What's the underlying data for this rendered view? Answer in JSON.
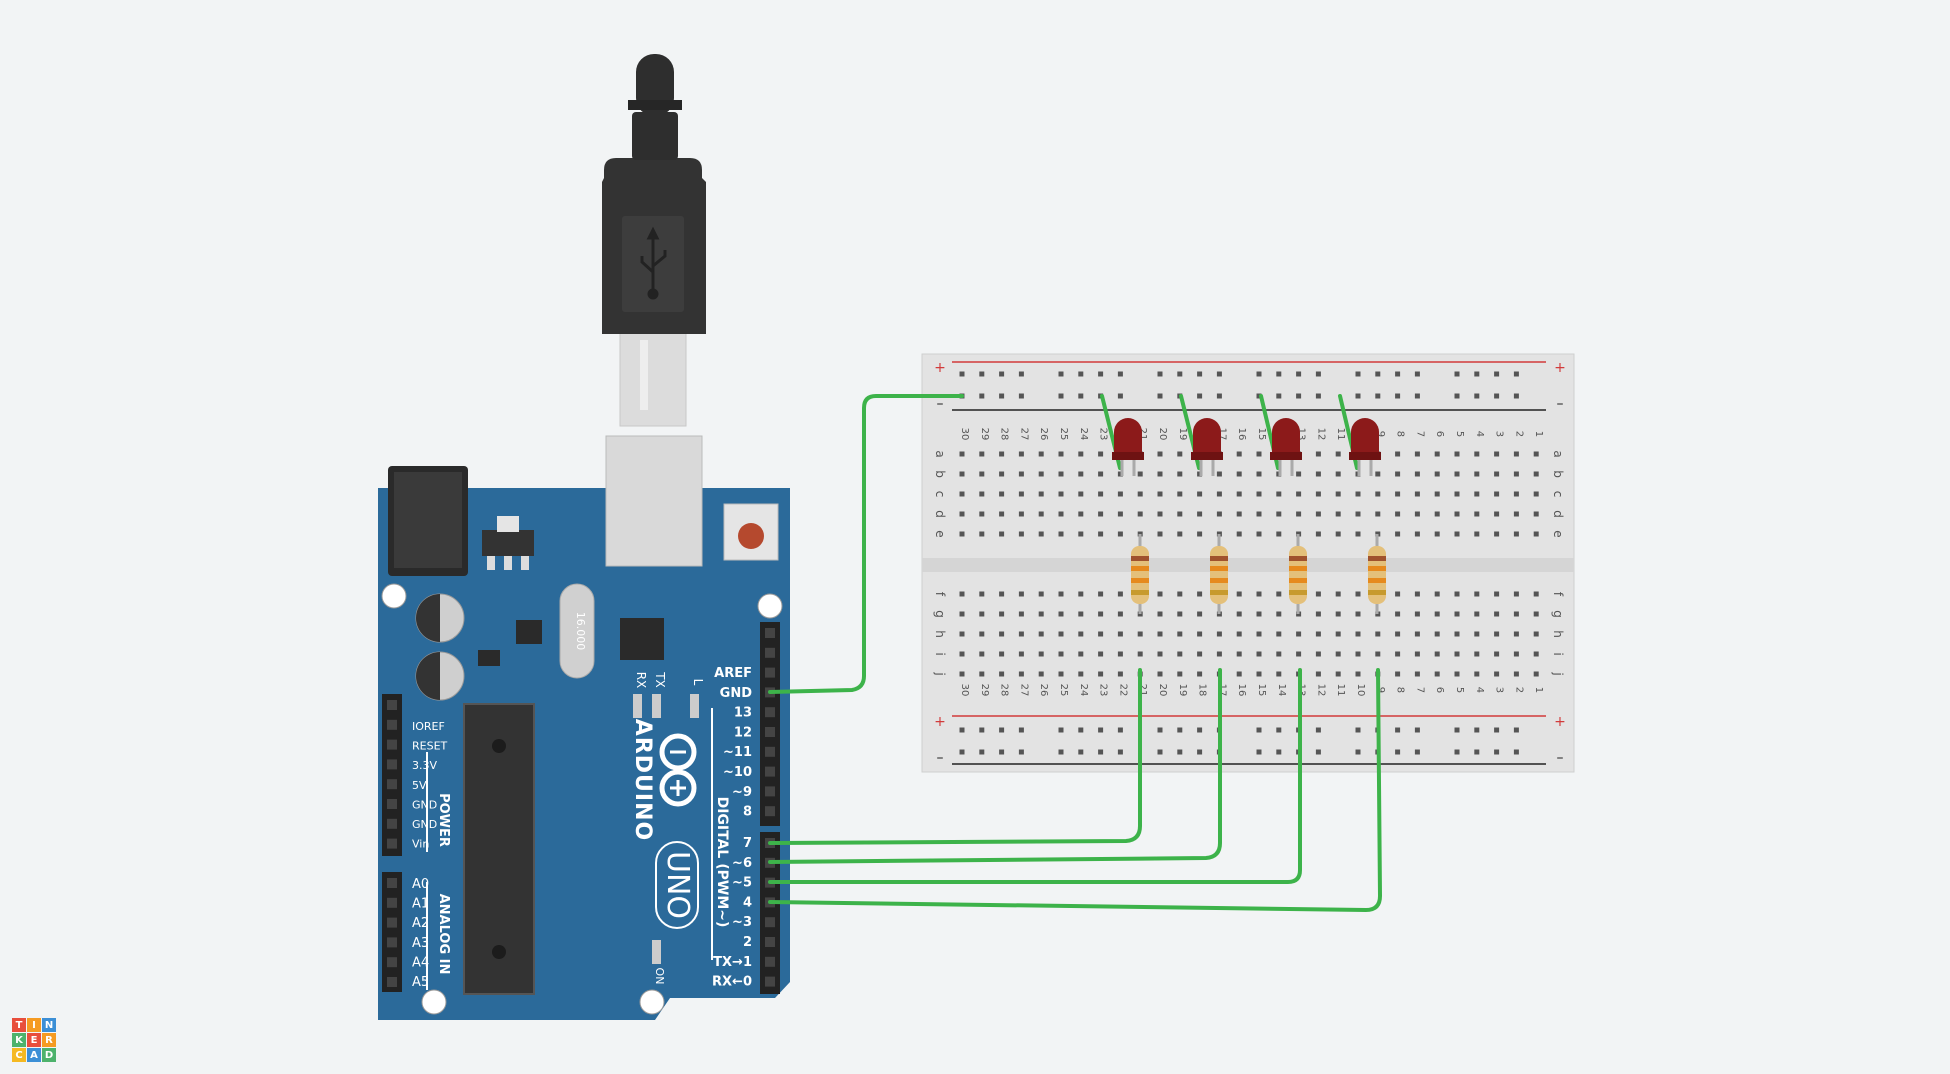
{
  "app": {
    "logo_letters": [
      "T",
      "I",
      "N",
      "K",
      "E",
      "R",
      "C",
      "A",
      "D"
    ],
    "logo_colors": [
      "#e84e3c",
      "#f59b22",
      "#3c8fd6",
      "#4db26c",
      "#e84e3c",
      "#f59b22",
      "#f5b922",
      "#3c8fd6",
      "#4db26c"
    ]
  },
  "arduino": {
    "brand": "ARDUINO",
    "model": "UNO",
    "crystal": "16.000",
    "power_label": "POWER",
    "analog_label": "ANALOG IN",
    "digital_label": "DIGITAL (PWM~)",
    "on_label": "ON",
    "rx_label": "RX",
    "tx_label": "TX",
    "l_label": "L",
    "power_pins": [
      "IOREF",
      "RESET",
      "3.3V",
      "5V",
      "GND",
      "GND",
      "Vin"
    ],
    "analog_pins": [
      "A0",
      "A1",
      "A2",
      "A3",
      "A4",
      "A5"
    ],
    "digital_top_pins": [
      "AREF",
      "GND",
      "13",
      "12",
      "~11",
      "~10",
      "~9",
      "8"
    ],
    "digital_bottom_pins": [
      "7",
      "~6",
      "~5",
      "4",
      "~3",
      "2",
      "TX→1",
      "RX←0"
    ],
    "board_color": "#2b6a9a"
  },
  "breadboard": {
    "plus_label": "+",
    "minus_label": "–",
    "row_letters_top": [
      "a",
      "b",
      "c",
      "d",
      "e"
    ],
    "row_letters_bottom": [
      "f",
      "g",
      "h",
      "i",
      "j"
    ],
    "column_numbers": [
      "30",
      "29",
      "28",
      "27",
      "26",
      "25",
      "24",
      "23",
      "22",
      "21",
      "20",
      "19",
      "18",
      "17",
      "16",
      "15",
      "14",
      "13",
      "12",
      "11",
      "10",
      "9",
      "8",
      "7",
      "6",
      "5",
      "4",
      "3",
      "2",
      "1"
    ]
  },
  "colors": {
    "wire": "#3db34a",
    "led": "#8c1a1a",
    "resistor": "#e4c07a"
  }
}
